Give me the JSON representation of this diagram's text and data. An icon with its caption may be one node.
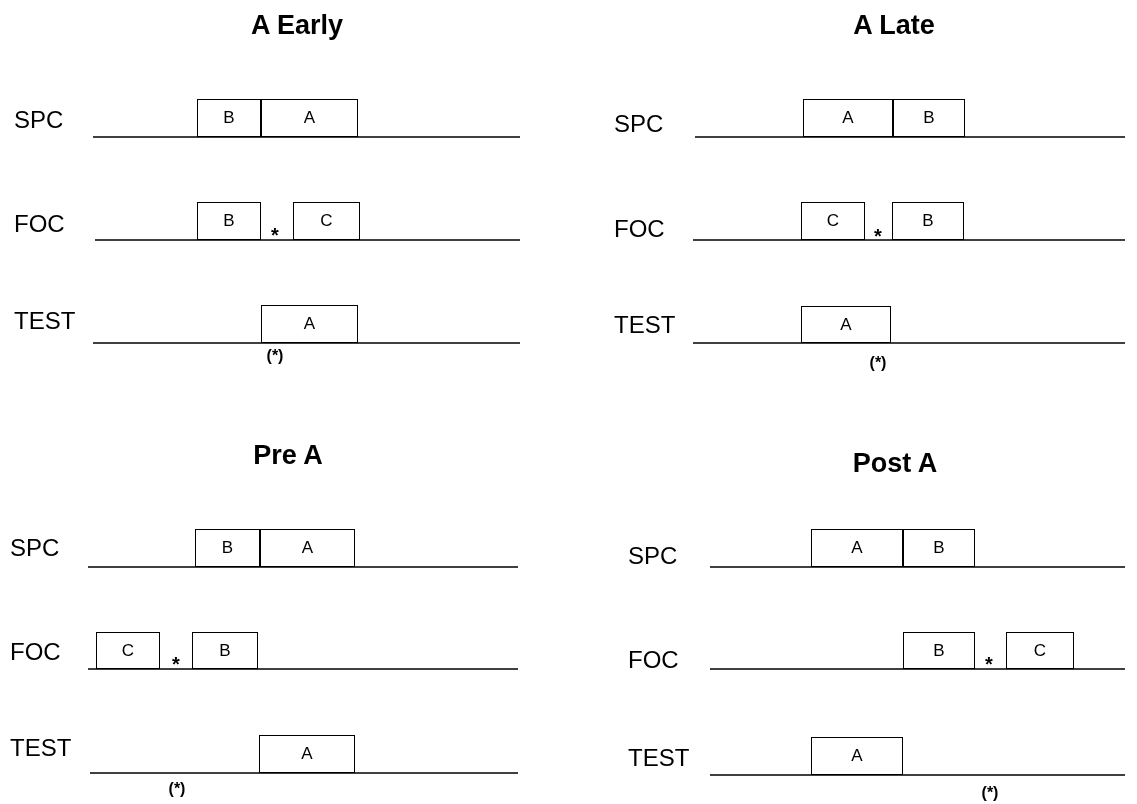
{
  "diagram": {
    "nodes": [
      {
        "text": [
          "B"
        ]
      },
      {
        "text": [
          "A"
        ]
      },
      {
        "text": [
          "B"
        ]
      },
      {
        "text": [
          "C"
        ]
      },
      {
        "text": [
          "A"
        ]
      },
      {
        "text": [
          "A"
        ]
      },
      {
        "text": [
          "B"
        ]
      },
      {
        "text": [
          "C"
        ]
      },
      {
        "text": [
          "B"
        ]
      },
      {
        "text": [
          "A"
        ]
      },
      {
        "text": [
          "B"
        ]
      },
      {
        "text": [
          "A"
        ]
      },
      {
        "text": [
          "C"
        ]
      },
      {
        "text": [
          "B"
        ]
      },
      {
        "text": [
          "A"
        ]
      },
      {
        "text": [
          "A"
        ]
      },
      {
        "text": [
          "B"
        ]
      },
      {
        "text": [
          "B"
        ]
      },
      {
        "text": [
          "C"
        ]
      },
      {
        "text": [
          "A"
        ]
      }
    ],
    "labels": [
      "A Early",
      "SPC",
      "FOC",
      "*",
      "TEST",
      "(*)",
      "A Late",
      "SPC",
      "FOC",
      "*",
      "TEST",
      "(*)",
      "Pre A",
      "SPC",
      "FOC",
      "*",
      "TEST",
      "(*)",
      "Post A",
      "SPC",
      "FOC",
      "*",
      "TEST",
      "(*)"
    ]
  }
}
